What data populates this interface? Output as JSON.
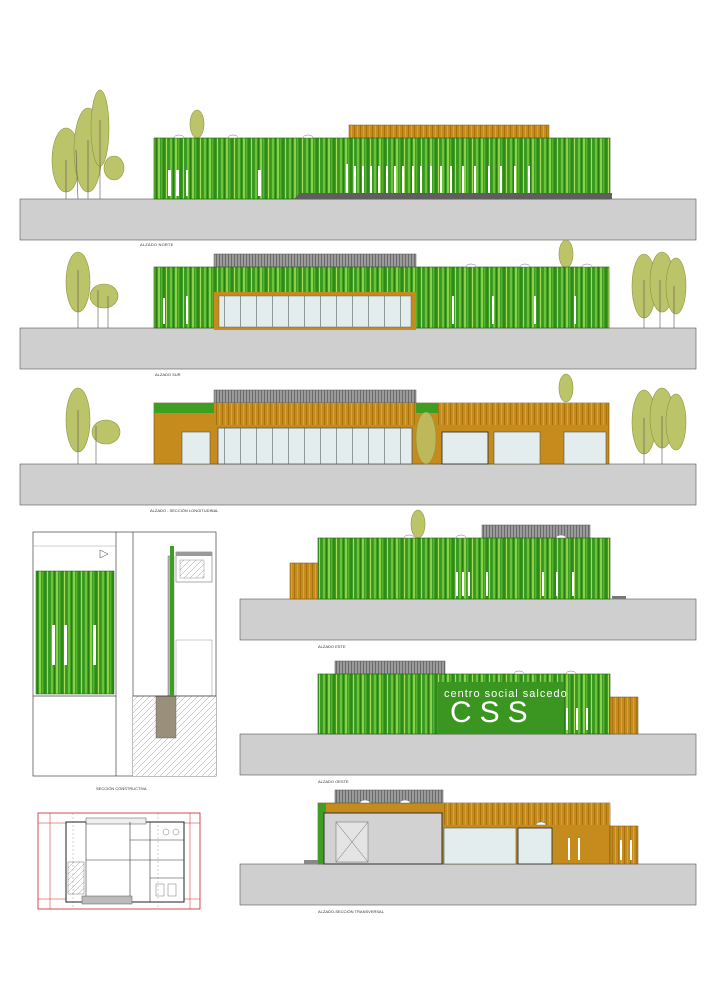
{
  "captions": {
    "north": "ALZADO NORTE",
    "south": "ALZADO SUR",
    "longitudinal": "ALZADO - SECCIÓN LONGITUDINAL",
    "constructive": "SECCIÓN CONSTRUCTIVA",
    "east": "ALZADO ESTE",
    "west": "ALZADO OESTE",
    "transversal": "ALZADO-SECCIÓN TRANSVERSAL"
  },
  "signage": {
    "line1": "centro social salcedo",
    "line2": "CSS"
  },
  "colors": {
    "ground": "#cfcfcf",
    "green": "#4aa82a",
    "ochre": "#c58b1c",
    "tree": "#bcc46a",
    "roof": "#8a8a8a",
    "glass": "#e2ecec",
    "drawing_red": "#cc2222"
  }
}
